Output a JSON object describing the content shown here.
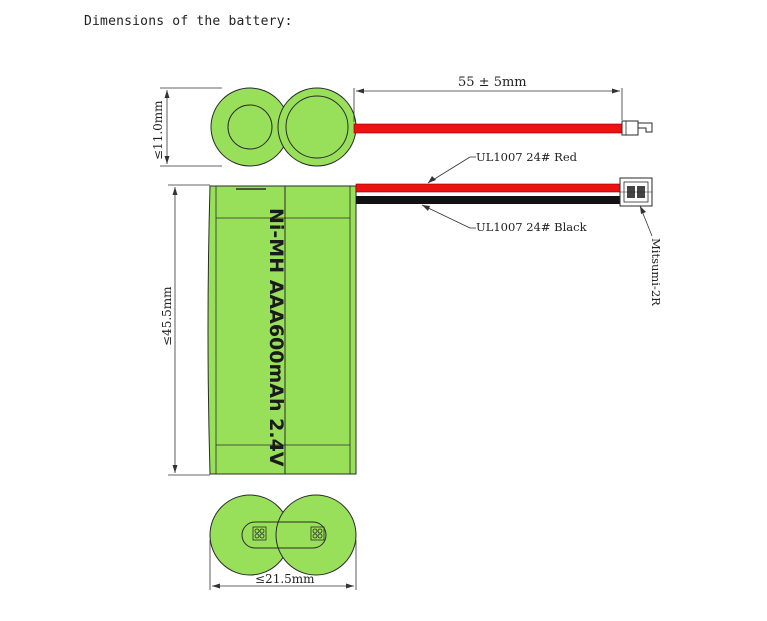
{
  "title": "Dimensions of the battery:",
  "dimensions": {
    "wire_length": "55 ± 5mm",
    "top_height": "≤11.0mm",
    "body_height": "≤45.5mm",
    "width": "≤21.5mm"
  },
  "callouts": {
    "red_wire": "UL1007 24# Red",
    "black_wire": "UL1007 24# Black",
    "connector": "Mitsumi-2R"
  },
  "battery_label": "Ni-MH AAA600mAh 2.4V",
  "colors": {
    "cell_green": "#99e05a",
    "wire_red": "#ee1111",
    "wire_black": "#111111",
    "outline": "#2a2a2a"
  }
}
